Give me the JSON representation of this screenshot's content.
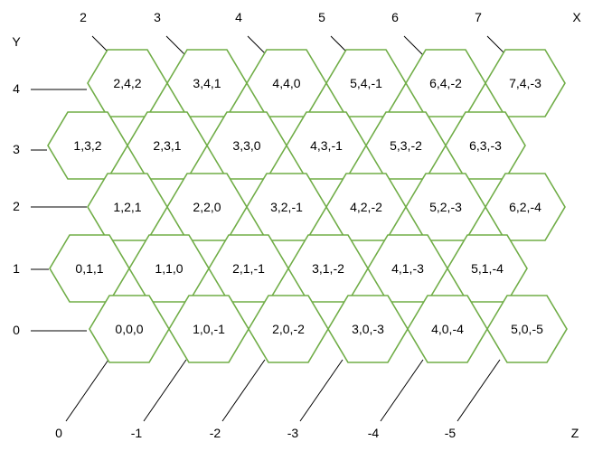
{
  "axes": {
    "y_name": "Y",
    "x_name": "X",
    "z_name": "Z",
    "top_labels": [
      "2",
      "3",
      "4",
      "5",
      "6",
      "7"
    ],
    "left_labels": [
      "4",
      "3",
      "2",
      "1",
      "0"
    ],
    "bottom_labels": [
      "0",
      "-1",
      "-2",
      "-3",
      "-4",
      "-5"
    ]
  },
  "rows": [
    [
      "2,4,2",
      "3,4,1",
      "4,4,0",
      "5,4,-1",
      "6,4,-2",
      "7,4,-3"
    ],
    [
      "1,3,2",
      "2,3,1",
      "3,3,0",
      "4,3,-1",
      "5,3,-2",
      "6,3,-3"
    ],
    [
      "1,2,1",
      "2,2,0",
      "3,2,-1",
      "4,2,-2",
      "5,2,-3",
      "6,2,-4"
    ],
    [
      "0,1,1",
      "1,1,0",
      "2,1,-1",
      "3,1,-2",
      "4,1,-3",
      "5,1,-4"
    ],
    [
      "0,0,0",
      "1,0,-1",
      "2,0,-2",
      "3,0,-3",
      "4,0,-4",
      "5,0,-5"
    ]
  ],
  "colors": {
    "hex_stroke": "#70ad47",
    "hex_fill": "#ffffff",
    "text": "#000000"
  }
}
